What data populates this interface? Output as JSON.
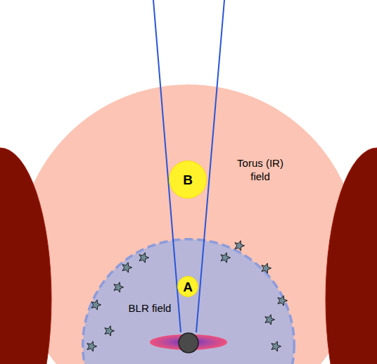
{
  "diagram": {
    "nodes": [
      {
        "text": [
          "Torus (IR) field"
        ]
      },
      {
        "text": [
          "B"
        ],
        "in": 0
      },
      {
        "text": [
          "BLR field"
        ],
        "in": 0
      },
      {
        "text": [
          "A"
        ],
        "in": 2
      }
    ]
  }
}
